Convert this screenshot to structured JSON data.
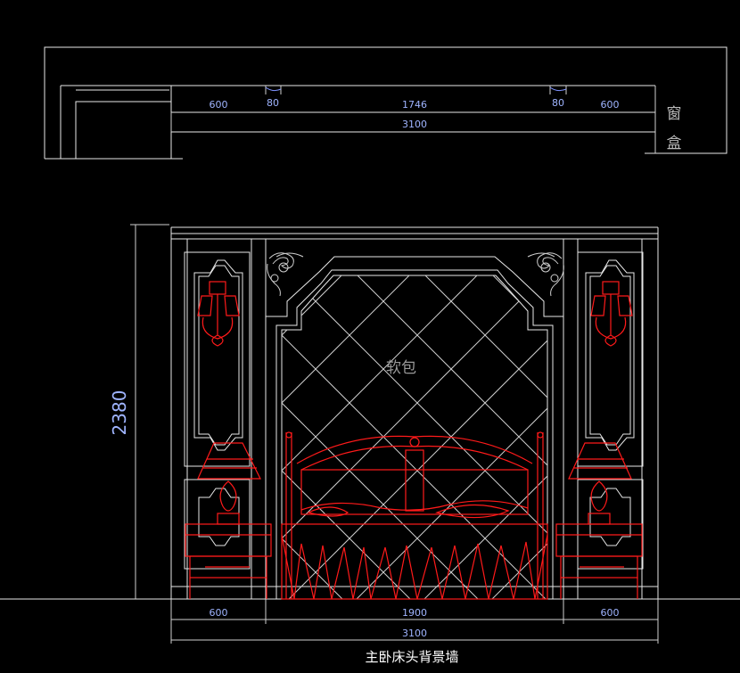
{
  "drawing": {
    "title": "主卧床头背景墙",
    "plan": {
      "dims": [
        "600",
        "80",
        "1746",
        "80",
        "600"
      ],
      "total": "3100",
      "window_box_line1": "窗",
      "window_box_line2": "盒"
    },
    "elevation": {
      "height_dim": "2380",
      "center_label": "软包",
      "dims": [
        "600",
        "1900",
        "600"
      ],
      "total": "3100"
    },
    "colors": {
      "background": "#000000",
      "walls": "#e8e8e8",
      "furniture": "#ff1a1a",
      "dimensions": "#9fb4ff"
    }
  }
}
